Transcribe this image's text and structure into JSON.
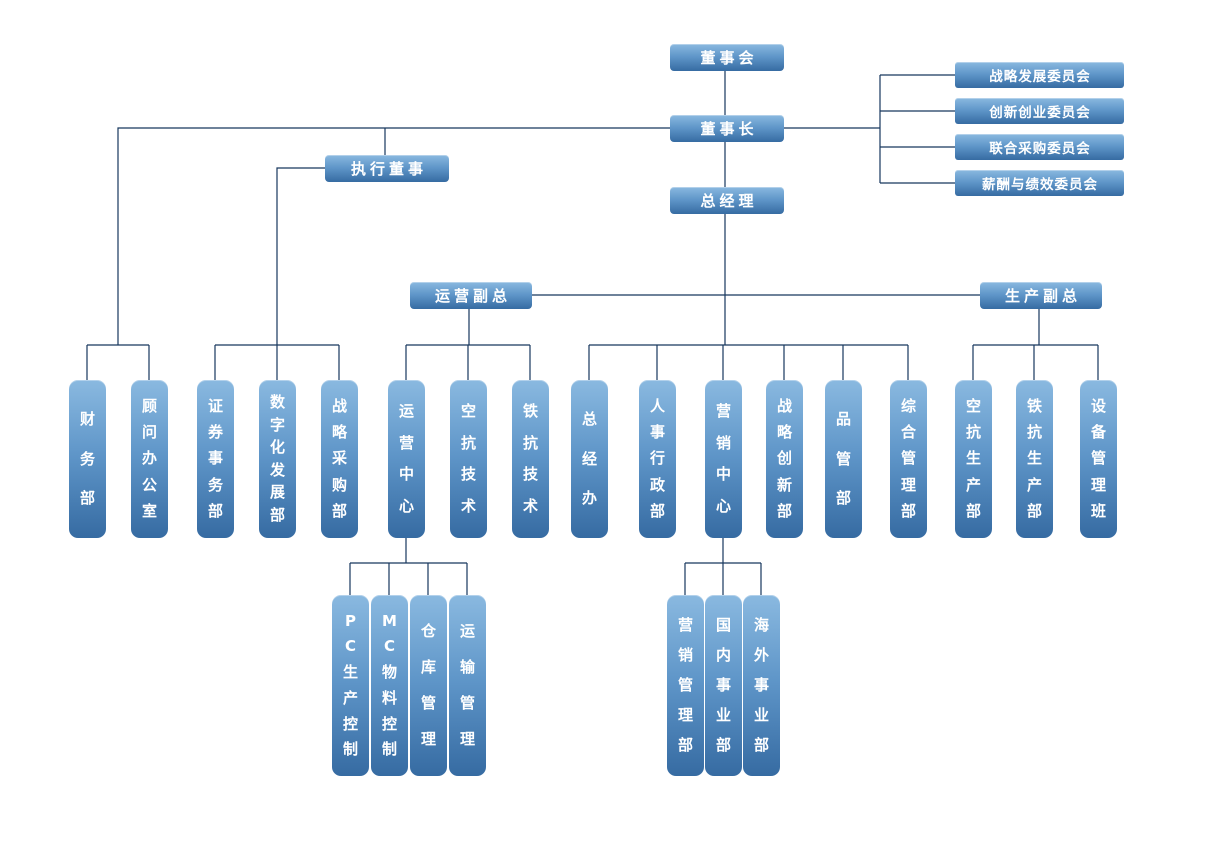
{
  "org_chart": {
    "board": "董事会",
    "chairman": "董事长",
    "general_manager": "总经理",
    "executive_director": "执行董事",
    "committees": [
      "战略发展委员会",
      "创新创业委员会",
      "联合采购委员会",
      "薪酬与绩效委员会"
    ],
    "vp_operations": "运营副总",
    "vp_production": "生产副总",
    "chairman_departments": [
      "财务部",
      "顾问办公室"
    ],
    "executive_departments": [
      "证券事务部",
      "数字化发展部",
      "战略采购部"
    ],
    "operations_departments": [
      "运营中心",
      "空抗技术",
      "铁抗技术"
    ],
    "gm_departments": [
      "总经办",
      "人事行政部",
      "营销中心",
      "战略创新部",
      "品管部",
      "综合管理部"
    ],
    "production_departments": [
      "空抗生产部",
      "铁抗生产部",
      "设备管理班"
    ],
    "operations_center_units": [
      "PC生产控制",
      "MC物料控制",
      "仓库管理",
      "运输管理"
    ],
    "marketing_center_units": [
      "营销管理部",
      "国内事业部",
      "海外事业部"
    ]
  },
  "colors": {
    "node_gradient_top": "#8ab9e0",
    "node_gradient_bottom": "#366ba2",
    "connector": "#17375e",
    "node_text": "#ffffff",
    "background": "#ffffff"
  }
}
